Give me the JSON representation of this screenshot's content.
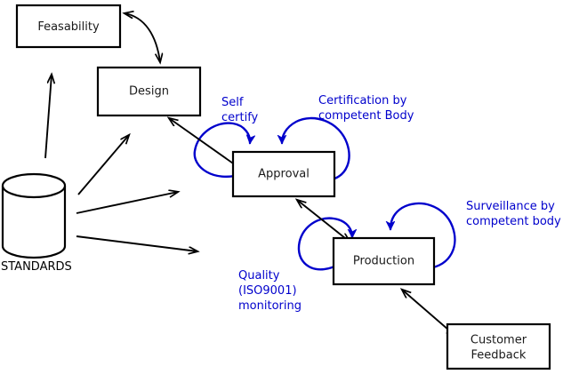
{
  "diagram": {
    "title": "Standards-driven product lifecycle diagram",
    "colors": {
      "stroke": "#000000",
      "annotation": "#0000cc",
      "background": "#ffffff",
      "text": "#1a1a1a"
    },
    "nodes": {
      "feasability": {
        "label": "Feasability",
        "shape": "rectangle"
      },
      "design": {
        "label": "Design",
        "shape": "rectangle"
      },
      "approval": {
        "label": "Approval",
        "shape": "rectangle"
      },
      "production": {
        "label": "Production",
        "shape": "rectangle"
      },
      "customer_feedback": {
        "label_line1": "Customer",
        "label_line2": "Feedback",
        "shape": "rectangle"
      },
      "standards": {
        "label": "STANDARDS",
        "shape": "cylinder"
      }
    },
    "annotations": {
      "self_certify": {
        "line1": "Self",
        "line2": "certify"
      },
      "certification_by_competent_body": {
        "line1": "Certification by",
        "line2": "competent Body"
      },
      "surveillance_by_competent_body": {
        "line1": "Surveillance by",
        "line2": "competent body"
      },
      "quality_monitoring": {
        "line1": "Quality",
        "line2": "(ISO9001)",
        "line3": "monitoring"
      }
    },
    "connectors": [
      {
        "name": "design-to-feasability",
        "from": "design",
        "to": "feasability",
        "style": "curved",
        "heads": "both"
      },
      {
        "name": "standards-to-feasability",
        "from": "standards",
        "to": "feasability",
        "style": "straight",
        "heads": "single"
      },
      {
        "name": "standards-to-design",
        "from": "standards",
        "to": "design",
        "style": "straight",
        "heads": "single"
      },
      {
        "name": "standards-to-approval",
        "from": "standards",
        "to": "approval",
        "style": "straight",
        "heads": "single"
      },
      {
        "name": "standards-to-production",
        "from": "standards",
        "to": "production",
        "style": "straight",
        "heads": "single"
      },
      {
        "name": "design-to-approval",
        "from": "design",
        "to": "approval",
        "style": "straight",
        "heads": "both"
      },
      {
        "name": "approval-to-production",
        "from": "approval",
        "to": "production",
        "style": "straight",
        "heads": "both"
      },
      {
        "name": "production-to-customer-feedback",
        "from": "production",
        "to": "customer_feedback",
        "style": "straight",
        "heads": "both"
      }
    ],
    "loops": [
      {
        "name": "self-certify-loop",
        "target": "approval",
        "side": "left",
        "annotation": "self_certify"
      },
      {
        "name": "certification-loop",
        "target": "approval",
        "side": "right",
        "annotation": "certification_by_competent_body"
      },
      {
        "name": "quality-monitoring-loop",
        "target": "production",
        "side": "left",
        "annotation": "quality_monitoring"
      },
      {
        "name": "surveillance-loop",
        "target": "production",
        "side": "right",
        "annotation": "surveillance_by_competent_body"
      }
    ]
  }
}
